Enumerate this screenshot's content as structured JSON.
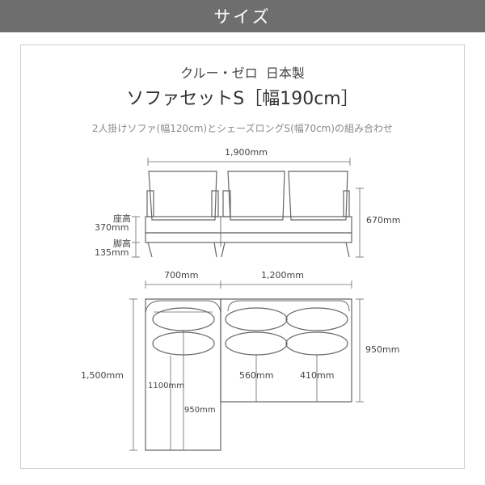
{
  "header": {
    "title": "サイズ"
  },
  "product": {
    "brand": "クルー・ゼロ",
    "made_in": "日本製",
    "name": "ソファセットS［幅190cm］",
    "description": "2人掛けソファ(幅120cm)とシェーズロングS(幅70cm)の組み合わせ"
  },
  "front_view": {
    "total_width": "1,900mm",
    "total_height": "670mm",
    "seat_height_label": "座高",
    "seat_height": "370mm",
    "leg_height_label": "脚高",
    "leg_height": "135mm"
  },
  "top_view": {
    "chaise_width": "700mm",
    "sofa_width": "1,200mm",
    "chaise_depth": "1,500mm",
    "sofa_depth": "950mm",
    "chaise_seat_depth": "1100mm",
    "chaise_seat_width_depth": "950mm",
    "sofa_seat_depth_a": "560mm",
    "sofa_seat_depth_b": "410mm"
  },
  "colors": {
    "header_bg": "#6e6e6e",
    "line": "#666666",
    "panel_border": "#cfcfcf"
  }
}
